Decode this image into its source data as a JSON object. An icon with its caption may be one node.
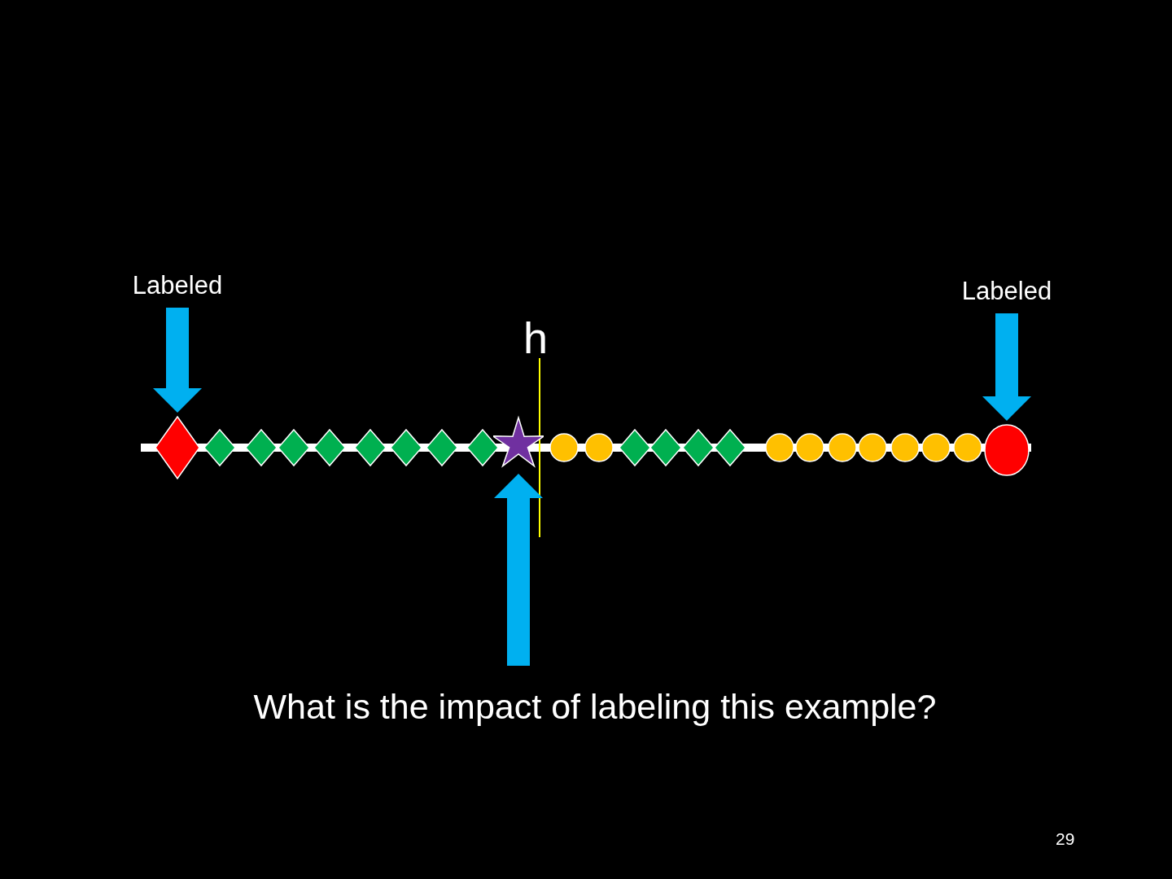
{
  "diagram": {
    "caption": "What is the impact of labeling this example?",
    "nodes": [
      {
        "text": [
          "Labeled"
        ]
      },
      {
        "text": [],
        "shape": "diamond"
      },
      {
        "text": [
          "Labeled"
        ]
      },
      {
        "text": [],
        "shape": "circle"
      },
      {
        "text": [],
        "shape": "star"
      }
    ],
    "edges": [
      {
        "from": 0,
        "to": 1,
        "arrow": "to",
        "color": "#00b0f0"
      },
      {
        "from": 2,
        "to": 3,
        "arrow": "to",
        "color": "#00b0f0"
      },
      {
        "from": null,
        "to": 4,
        "arrow": "to",
        "color": "#00b0f0"
      }
    ],
    "labels": [
      "h",
      "29"
    ]
  }
}
